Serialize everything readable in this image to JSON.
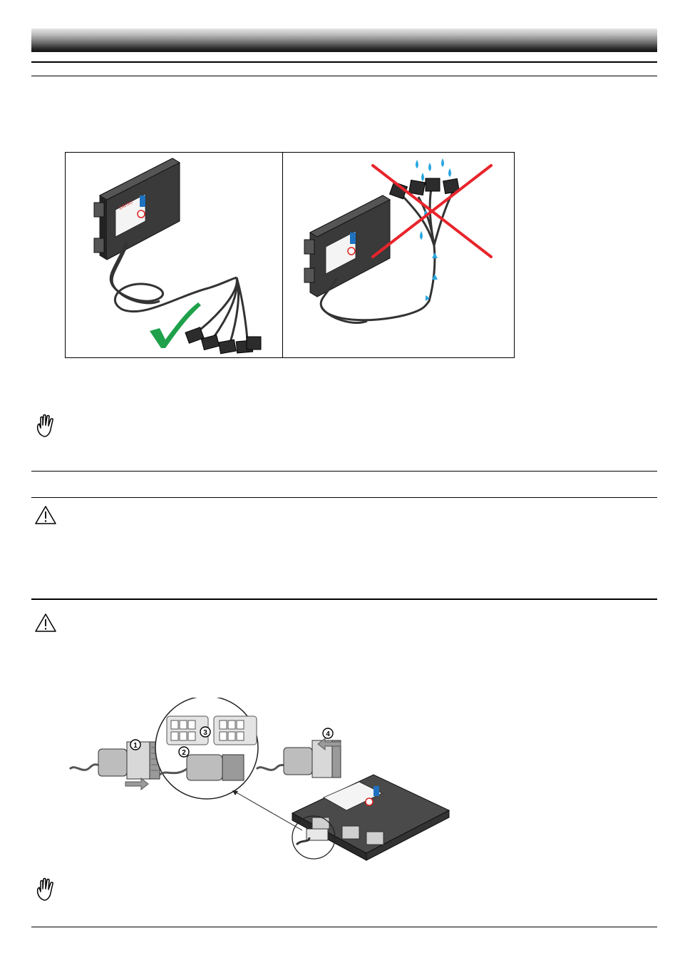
{
  "header": {
    "color_dark": "#111111",
    "color_light": "#e6e6e6"
  },
  "figure_1": {
    "left_panel": {
      "status": "correct",
      "mark_color": "#1fa04a",
      "mark_icon": "check-icon"
    },
    "right_panel": {
      "status": "incorrect",
      "mark_color": "#e8242b",
      "mark_icon": "cross-icon",
      "water_color": "#2aa6e0"
    }
  },
  "ecu_label": {
    "brand": "ZAVOLI",
    "model": "Alisei"
  },
  "notes": [
    {
      "icon": "hand-stop-icon"
    },
    {
      "icon": "hand-stop-icon"
    }
  ],
  "warnings": [
    {
      "icon": "warning-triangle-icon"
    },
    {
      "icon": "warning-triangle-icon"
    }
  ],
  "figure_2": {
    "steps": [
      "1",
      "2",
      "3",
      "4"
    ]
  }
}
